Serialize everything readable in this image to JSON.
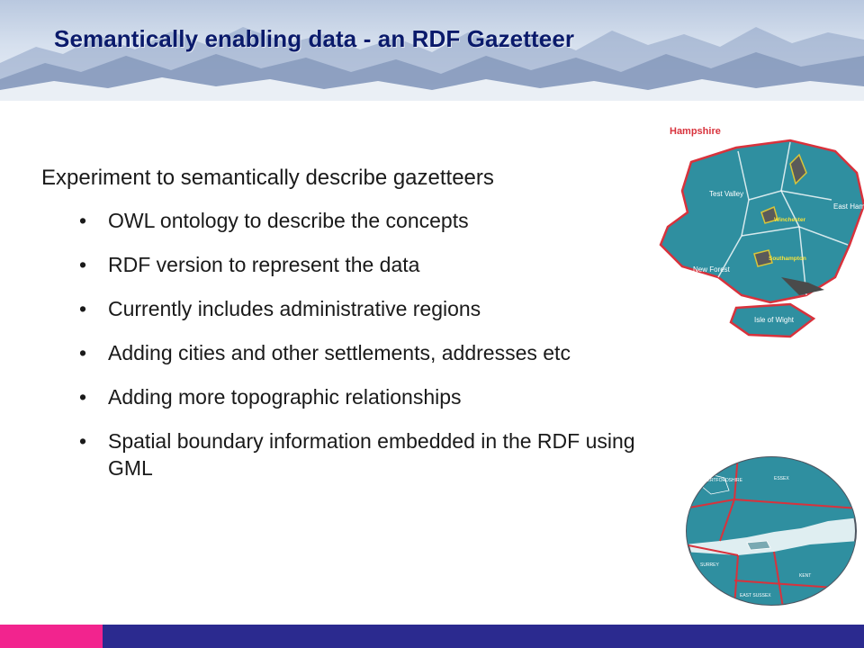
{
  "slide": {
    "title": "Semantically enabling data - an RDF Gazetteer",
    "lead": "Experiment to semantically describe gazetteers",
    "bullet_glyph": "•",
    "bullets": [
      "OWL ontology to describe the concepts",
      "RDF version to represent the data",
      "Currently includes administrative regions",
      "Adding cities and other settlements, addresses etc",
      "Adding more topographic relationships",
      "Spatial boundary information embedded in the RDF using GML"
    ]
  },
  "hampshire_map": {
    "heading": "Hampshire",
    "labels": {
      "test_valley": "Test Valley",
      "east_hants": "East Ham",
      "winchester": "Winchester",
      "new_forest": "New Forest",
      "southampton": "Southampton",
      "isle_of_wight": "Isle of Wight"
    }
  },
  "essex_map": {
    "labels": {
      "hertfordshire": "HERTFORDSHIRE",
      "essex": "ESSEX",
      "surrey": "SURREY",
      "kent": "KENT",
      "east_sussex": "EAST SUSSEX"
    }
  },
  "colors": {
    "title": "#0a1a6b",
    "map_fill": "#2f8fa0",
    "boundary": "#d8323c",
    "footer_pink": "#f2248e",
    "footer_blue": "#2b2a8f"
  }
}
